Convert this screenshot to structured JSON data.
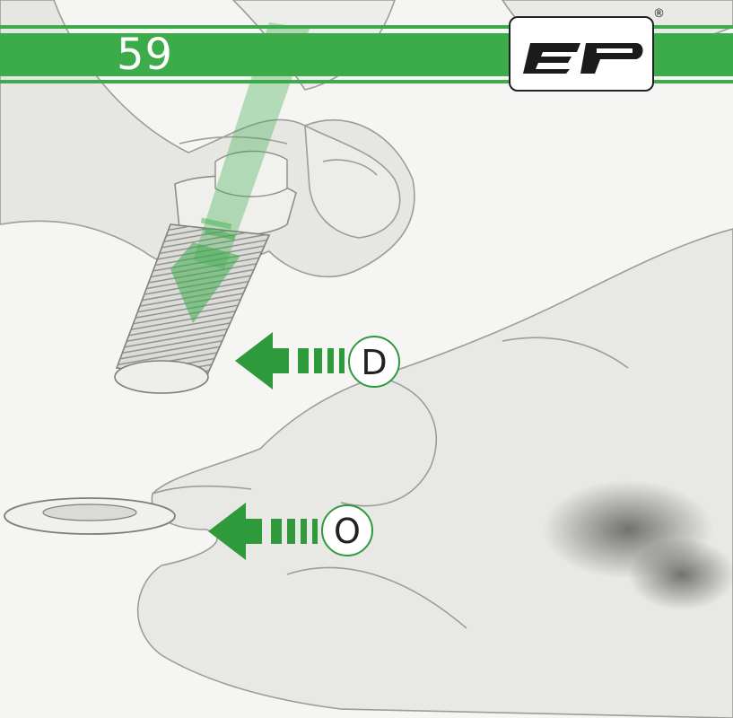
{
  "step": {
    "number": "59"
  },
  "logo": {
    "name": "ep-logo",
    "registered_mark": "®"
  },
  "callouts": [
    {
      "letter": "D"
    },
    {
      "letter": "O"
    }
  ],
  "colors": {
    "brand_green": "#3cab4a",
    "arrow_green": "#2e9a3c",
    "sketch_gray": "#9a9a98"
  }
}
